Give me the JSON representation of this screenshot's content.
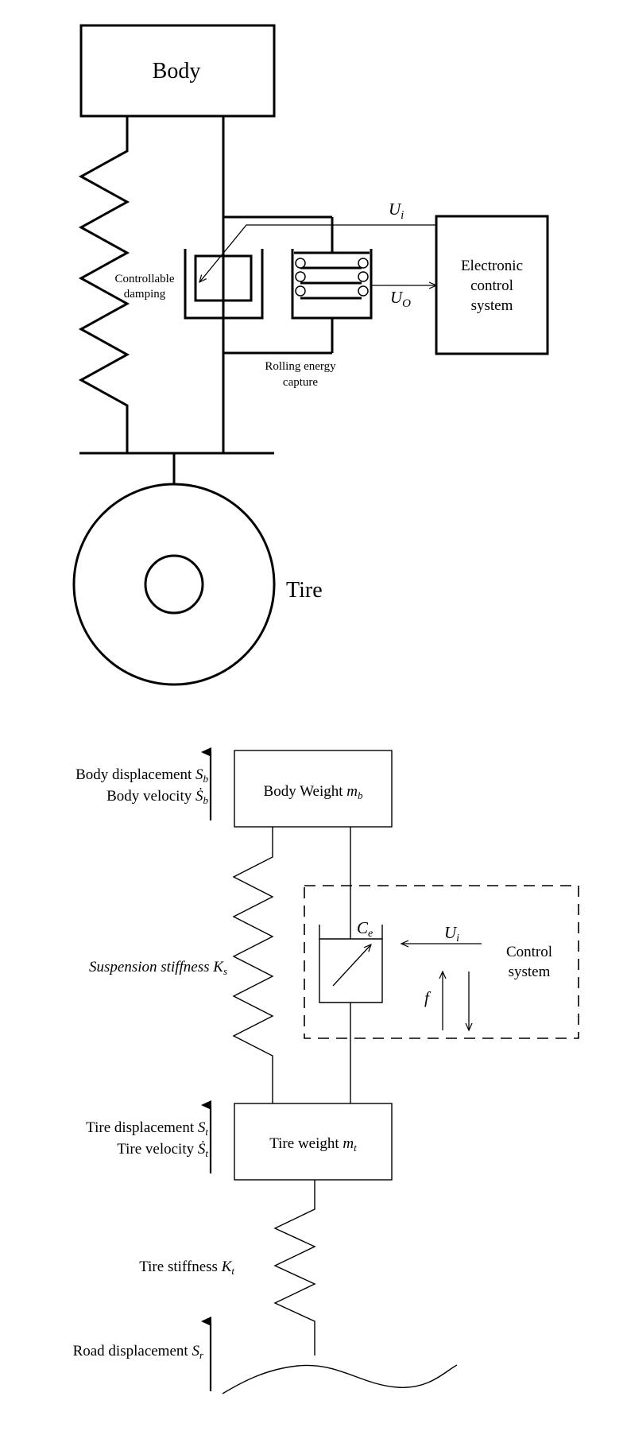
{
  "figure_top": {
    "body_label": "Body",
    "tire_label": "Tire",
    "controllable_damping": [
      "Controllable",
      "damping"
    ],
    "rolling_energy_capture": [
      "Rolling energy",
      "capture"
    ],
    "electronic_control_system": [
      "Electronic",
      "control",
      "system"
    ],
    "ui_label": {
      "base": "U",
      "sub": "i"
    },
    "uo_label": {
      "base": "U",
      "sub": "O"
    }
  },
  "figure_bottom": {
    "body_displacement": {
      "text": "Body displacement ",
      "sym": "S",
      "sub": "b"
    },
    "body_velocity": {
      "text": "Body  velocity ",
      "sym": "Ṡ",
      "sub": "b"
    },
    "body_weight": {
      "text": "Body Weight ",
      "sym": "m",
      "sub": "b"
    },
    "suspension_stiffness": {
      "text": "Suspension stiffness ",
      "sym": "K",
      "sub": "s"
    },
    "damper": {
      "sym": "C",
      "sub": "e"
    },
    "ui": {
      "sym": "U",
      "sub": "i"
    },
    "control_system": [
      "Control",
      "system"
    ],
    "force": "f",
    "tire_displacement": {
      "text": "Tire displacement ",
      "sym": "S",
      "sub": "t"
    },
    "tire_velocity": {
      "text": "Tire  velocity ",
      "sym": "Ṡ",
      "sub": "t"
    },
    "tire_weight": {
      "text": "Tire  weight ",
      "sym": "m",
      "sub": "t"
    },
    "tire_stiffness": {
      "text": "Tire  stiffness ",
      "sym": "K",
      "sub": "t"
    },
    "road_displacement": {
      "text": "Road displacement ",
      "sym": "S",
      "sub": "r"
    }
  }
}
